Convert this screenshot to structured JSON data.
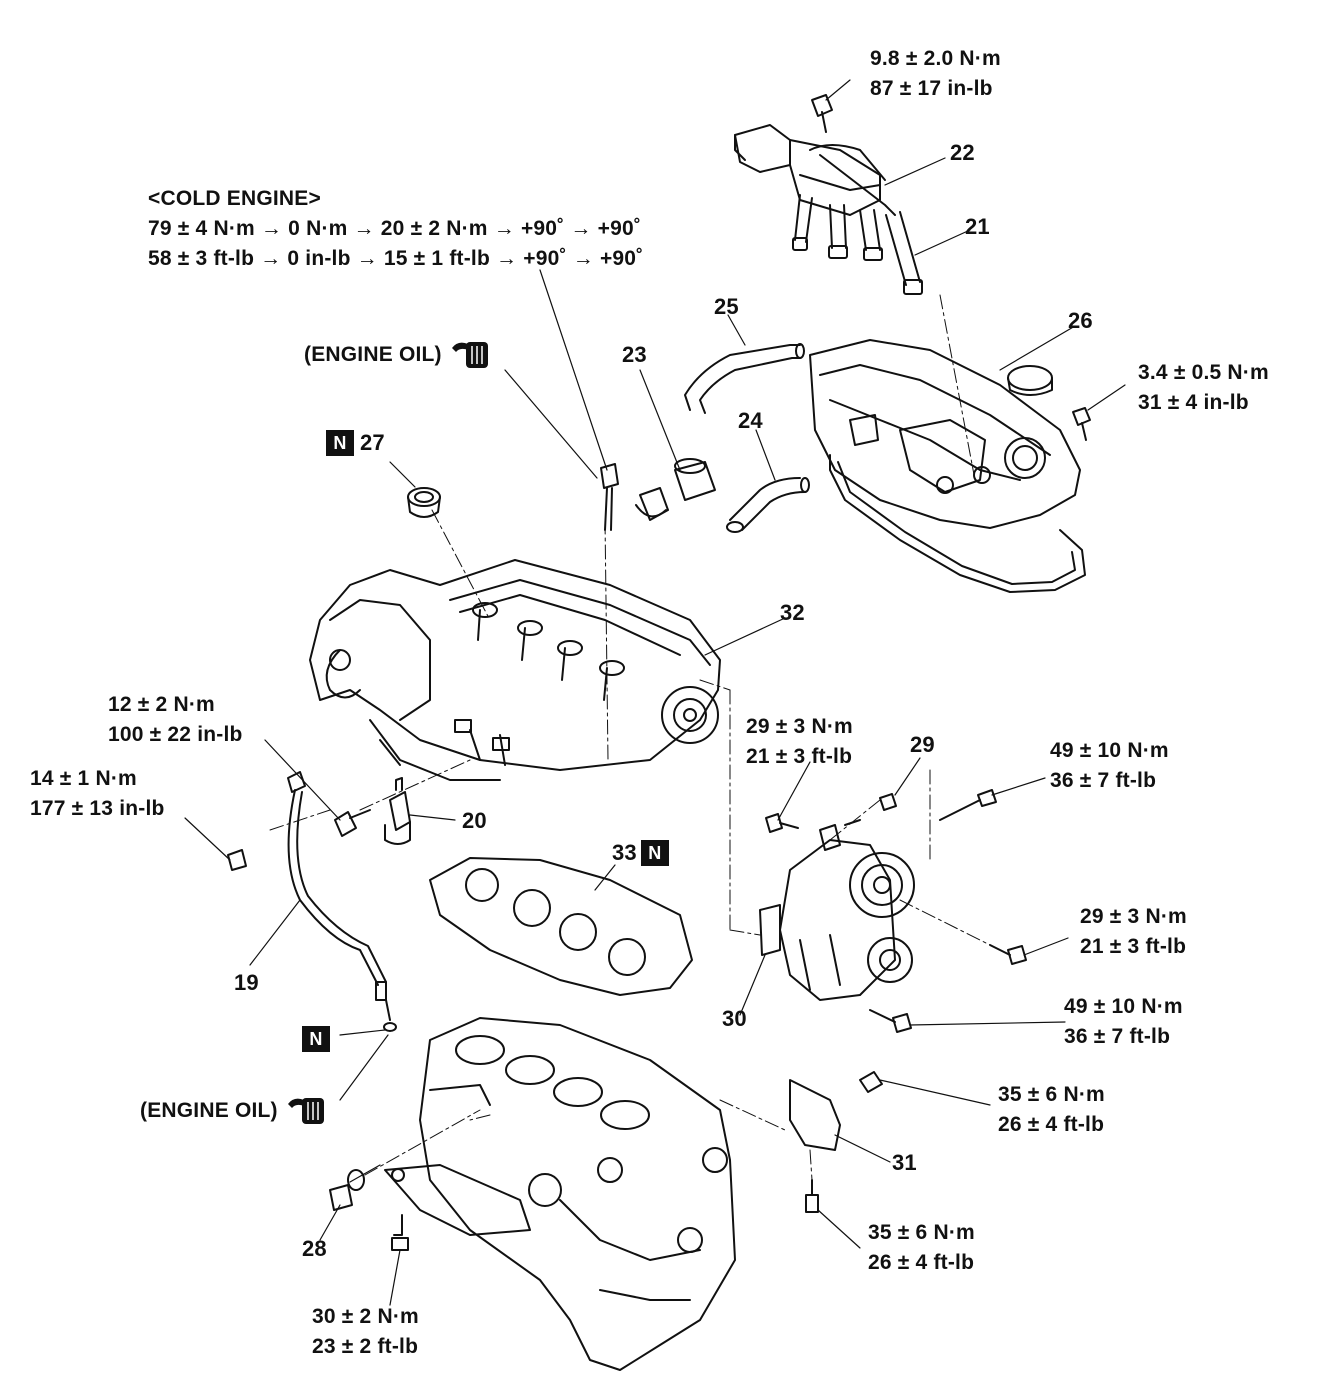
{
  "cold_engine": {
    "title": "<COLD ENGINE>",
    "nm_sequence": "79 ± 4 N·m → 0 N·m → 20 ± 2 N·m → +90˚ → +90˚",
    "imperial_sequence": "58 ± 3 ft-lb → 0 in-lb → 15 ± 1 ft-lb → +90˚ → +90˚"
  },
  "torques": {
    "t98": {
      "nm": "9.8 ± 2.0 N·m",
      "imp": "87 ± 17 in-lb"
    },
    "t34": {
      "nm": "3.4 ± 0.5 N·m",
      "imp": "31 ± 4 in-lb"
    },
    "t12": {
      "nm": "12 ± 2 N·m",
      "imp": "100 ± 22 in-lb"
    },
    "t14": {
      "nm": "14 ± 1 N·m",
      "imp": "177 ± 13 in-lb"
    },
    "t29a": {
      "nm": "29 ± 3 N·m",
      "imp": "21 ± 3 ft-lb"
    },
    "t49a": {
      "nm": "49 ± 10 N·m",
      "imp": "36 ± 7 ft-lb"
    },
    "t29b": {
      "nm": "29 ± 3 N·m",
      "imp": "21 ± 3 ft-lb"
    },
    "t49b": {
      "nm": "49 ± 10 N·m",
      "imp": "36 ± 7 ft-lb"
    },
    "t35a": {
      "nm": "35 ± 6 N·m",
      "imp": "26 ± 4 ft-lb"
    },
    "t35b": {
      "nm": "35 ± 6 N·m",
      "imp": "26 ± 4 ft-lb"
    },
    "t30": {
      "nm": "30 ± 2 N·m",
      "imp": "23 ± 2 ft-lb"
    }
  },
  "engine_oil_label": "(ENGINE OIL)",
  "new_part_badge": "N",
  "parts": {
    "p19": "19",
    "p20": "20",
    "p21": "21",
    "p22": "22",
    "p23": "23",
    "p24": "24",
    "p25": "25",
    "p26": "26",
    "p27": "27",
    "p28": "28",
    "p29": "29",
    "p30": "30",
    "p31": "31",
    "p32": "32",
    "p33": "33"
  }
}
